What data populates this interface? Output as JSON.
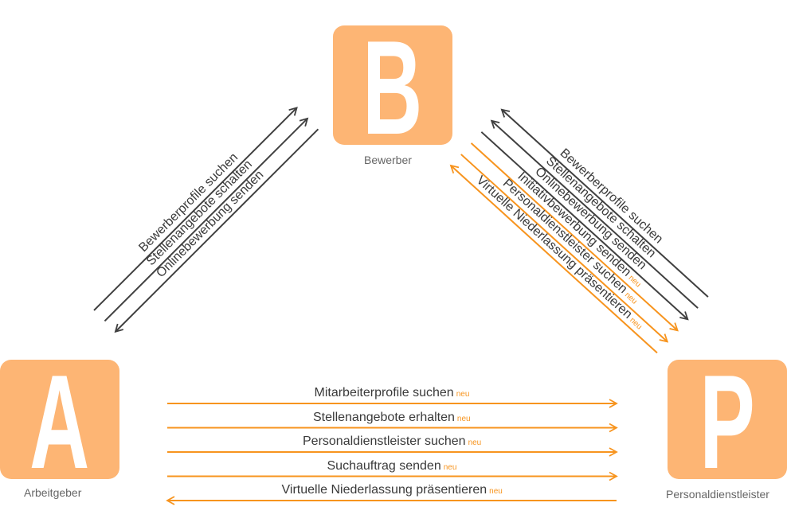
{
  "colors": {
    "node": "#fdb574",
    "dark": "#404040",
    "orange": "#f7941e"
  },
  "nodes": {
    "bewerber": {
      "letter": "B",
      "label": "Bewerber"
    },
    "arbeitgeber": {
      "letter": "A",
      "label": "Arbeitgeber"
    },
    "personaldienstleister": {
      "letter": "P",
      "label": "Personaldienstleister"
    }
  },
  "neu_tag": "neu",
  "left_flows": [
    {
      "text": "Bewerberprofile suchen",
      "new": false,
      "color": "dark",
      "direction": "to-bewerber"
    },
    {
      "text": "Stellenangebote schalten",
      "new": false,
      "color": "dark",
      "direction": "to-bewerber"
    },
    {
      "text": "Onlinebewerbung senden",
      "new": false,
      "color": "dark",
      "direction": "to-arbeitgeber"
    }
  ],
  "right_flows": [
    {
      "text": "Bewerberprofile suchen",
      "new": false,
      "color": "dark",
      "direction": "to-bewerber"
    },
    {
      "text": "Stellenangebote schalten",
      "new": false,
      "color": "dark",
      "direction": "to-bewerber"
    },
    {
      "text": "Onlinebewerbung senden",
      "new": false,
      "color": "dark",
      "direction": "to-personaldienstleister"
    },
    {
      "text": "Initiativbewerbung senden",
      "new": true,
      "color": "orange",
      "direction": "to-personaldienstleister"
    },
    {
      "text": "Personaldienstleister suchen",
      "new": true,
      "color": "orange",
      "direction": "to-personaldienstleister"
    },
    {
      "text": "Virtuelle Niederlassung präsentieren",
      "new": true,
      "color": "orange",
      "direction": "to-bewerber"
    }
  ],
  "bottom_flows": [
    {
      "text": "Mitarbeiterprofile suchen",
      "new": true,
      "color": "orange",
      "direction": "to-personaldienstleister"
    },
    {
      "text": "Stellenangebote erhalten",
      "new": true,
      "color": "orange",
      "direction": "to-personaldienstleister"
    },
    {
      "text": "Personaldienstleister suchen",
      "new": true,
      "color": "orange",
      "direction": "to-personaldienstleister"
    },
    {
      "text": "Suchauftrag senden",
      "new": true,
      "color": "orange",
      "direction": "to-personaldienstleister"
    },
    {
      "text": "Virtuelle Niederlassung präsentieren",
      "new": true,
      "color": "orange",
      "direction": "to-arbeitgeber"
    }
  ]
}
